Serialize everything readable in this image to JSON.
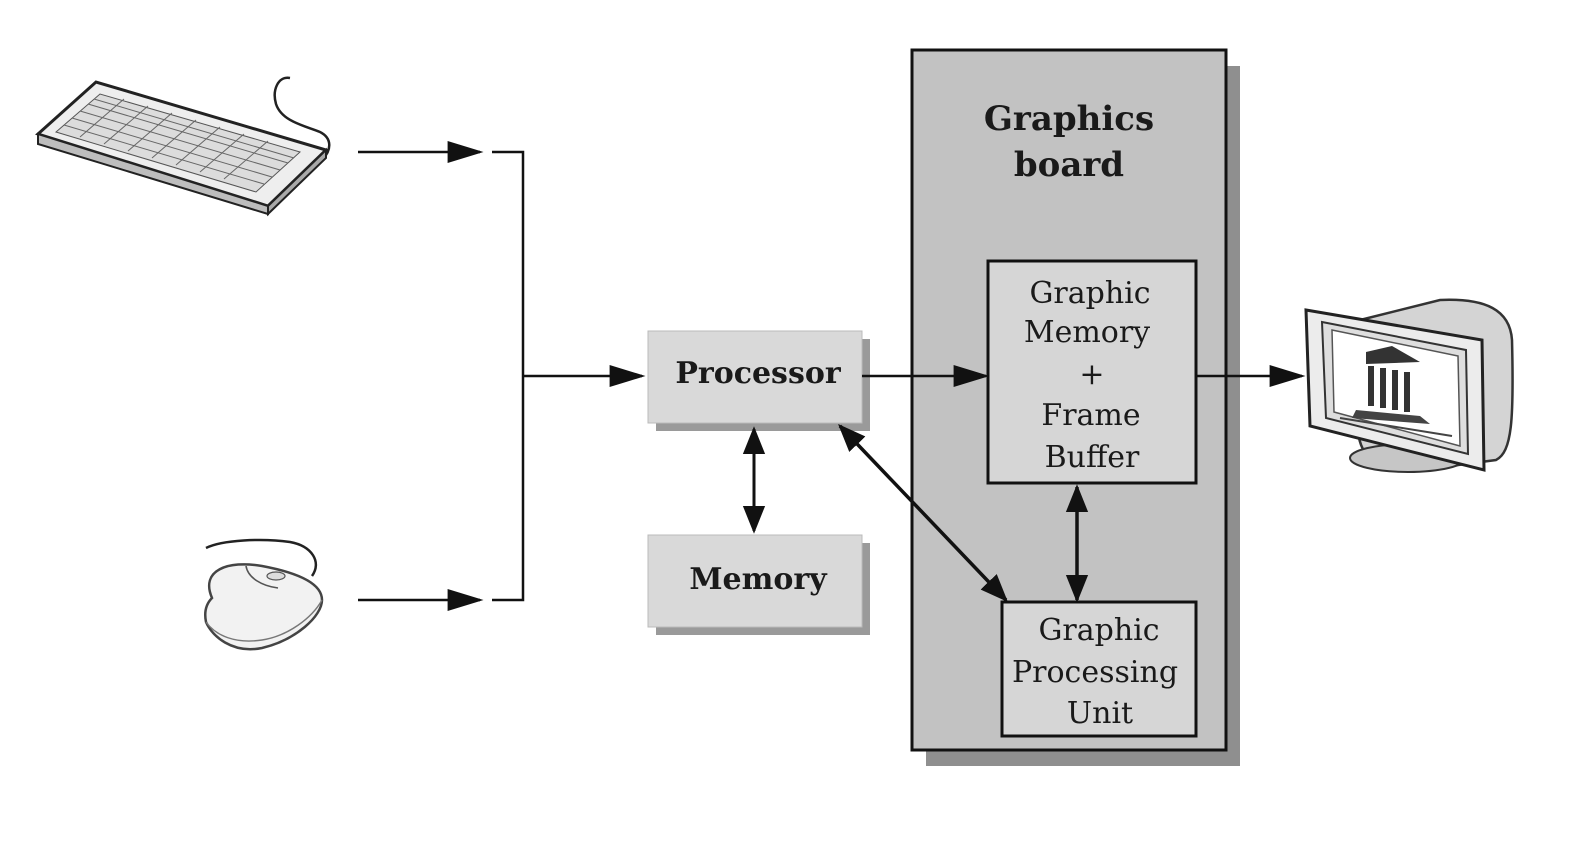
{
  "graphics_board": {
    "title_line1": "Graphics",
    "title_line2": "board",
    "fill": "#c2c2c2"
  },
  "processor": {
    "label": "Processor"
  },
  "memory": {
    "label": "Memory"
  },
  "frame_buffer": {
    "line1": "Graphic",
    "line2": "Memory",
    "line3": "+",
    "line4": "Frame",
    "line5": "Buffer"
  },
  "gpu": {
    "line1": "Graphic",
    "line2": "Processing",
    "line3": "Unit"
  },
  "colors": {
    "box_fill": "#d9d9d9",
    "shadow": "#9a9a9a",
    "stroke": "#111111"
  },
  "icons": {
    "keyboard": "keyboard-icon",
    "mouse": "mouse-icon",
    "monitor": "monitor-icon"
  }
}
